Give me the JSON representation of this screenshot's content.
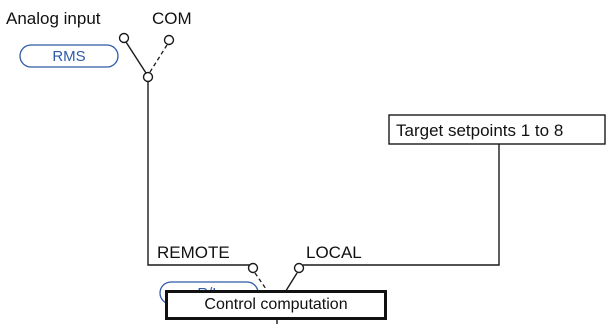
{
  "labels": {
    "analog_input": "Analog input",
    "com": "COM",
    "remote": "REMOTE",
    "local": "LOCAL",
    "target_setpoints": "Target setpoints 1 to 8"
  },
  "switches": {
    "rms": "RMS",
    "rl": "R/L"
  },
  "blocks": {
    "control_computation": "Control computation"
  },
  "colors": {
    "switch_label": "#2f5aa8",
    "line": "#1a1a1a"
  }
}
